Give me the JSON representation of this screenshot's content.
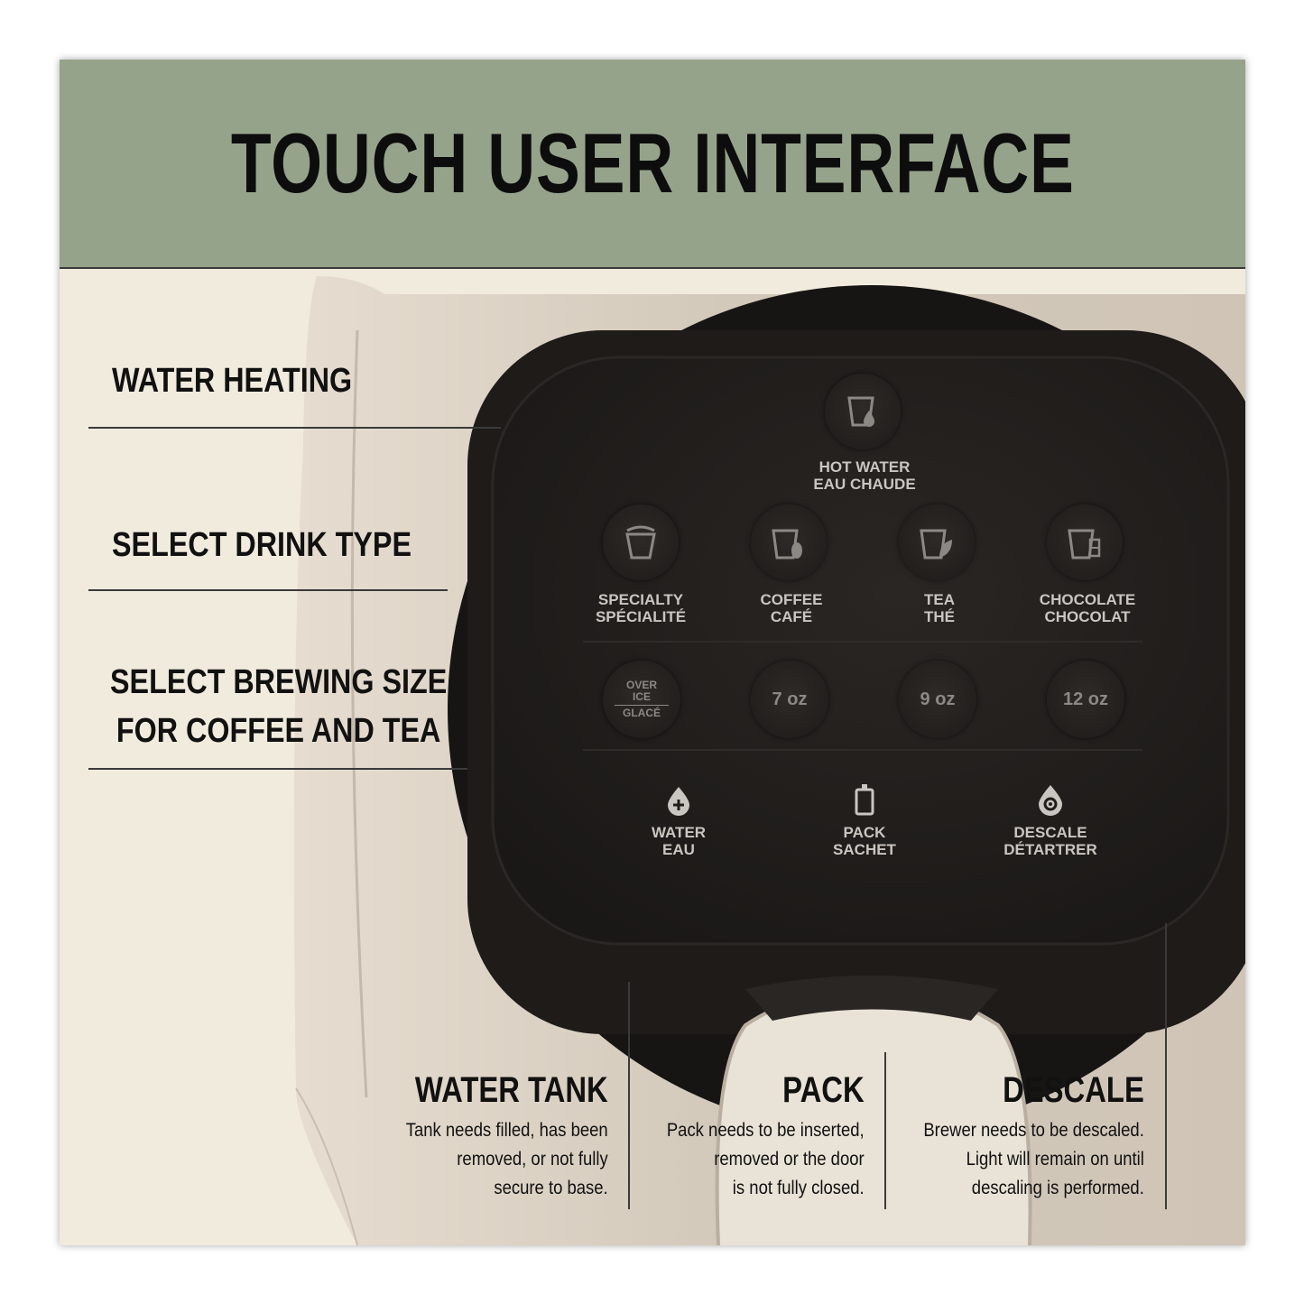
{
  "header": {
    "title": "TOUCH USER INTERFACE"
  },
  "labels": {
    "water_heating": "WATER HEATING",
    "select_drink_type": "SELECT DRINK TYPE",
    "select_brewing_size": [
      "SELECT BREWING SIZE",
      "FOR COFFEE AND TEA"
    ]
  },
  "panel": {
    "hot_water": [
      "HOT WATER",
      "EAU CHAUDE"
    ],
    "drinks": [
      {
        "icon": "specialty-cup-icon",
        "label": [
          "SPECIALTY",
          "SPÉCIALITÉ"
        ]
      },
      {
        "icon": "coffee-cup-icon",
        "label": [
          "COFFEE",
          "CAFÉ"
        ]
      },
      {
        "icon": "tea-cup-icon",
        "label": [
          "TEA",
          "THÉ"
        ]
      },
      {
        "icon": "chocolate-cup-icon",
        "label": [
          "CHOCOLATE",
          "CHOCOLAT"
        ]
      }
    ],
    "sizes": {
      "over_ice": [
        "OVER",
        "ICE",
        "GLACÉ"
      ],
      "oz7": "7 oz",
      "oz9": "9 oz",
      "oz12": "12 oz"
    },
    "status": [
      {
        "icon": "water-drop-plus-icon",
        "label": [
          "WATER",
          "EAU"
        ]
      },
      {
        "icon": "pack-icon",
        "label": [
          "PACK",
          "SACHET"
        ]
      },
      {
        "icon": "descale-gear-icon",
        "label": [
          "DESCALE",
          "DÉTARTRER"
        ]
      }
    ]
  },
  "indicators": [
    {
      "title": "WATER TANK",
      "desc": [
        "Tank needs filled, has been",
        "removed, or not fully",
        "secure to base."
      ]
    },
    {
      "title": "PACK",
      "desc": [
        "Pack needs to be inserted,",
        "removed or the door",
        "is not fully closed."
      ]
    },
    {
      "title": "DESCALE",
      "desc": [
        "Brewer needs to be descaled.",
        "Light will remain on until",
        "descaling is performed."
      ]
    }
  ],
  "colors": {
    "header_bg": "#95a38b",
    "background": "#f1ebdd",
    "machine_body": "#d8cfc2",
    "panel": "#1f1c1a"
  }
}
